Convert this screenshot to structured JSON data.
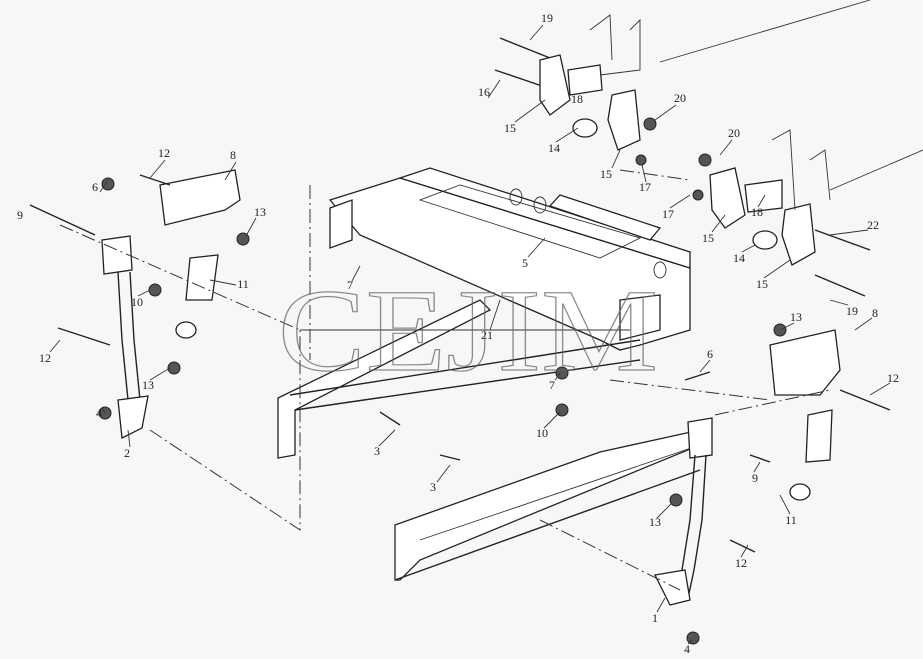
{
  "diagram": {
    "watermark": "CEJIM",
    "callouts": [
      "19",
      "16",
      "18",
      "15",
      "14",
      "20",
      "15",
      "17",
      "12",
      "8",
      "6",
      "9",
      "13",
      "11",
      "10",
      "12",
      "13",
      "4",
      "2",
      "7",
      "5",
      "21",
      "20",
      "17",
      "18",
      "22",
      "15",
      "14",
      "15",
      "19",
      "8",
      "13",
      "6",
      "12",
      "7",
      "10",
      "3",
      "3",
      "9",
      "11",
      "13",
      "12",
      "1",
      "4"
    ]
  }
}
